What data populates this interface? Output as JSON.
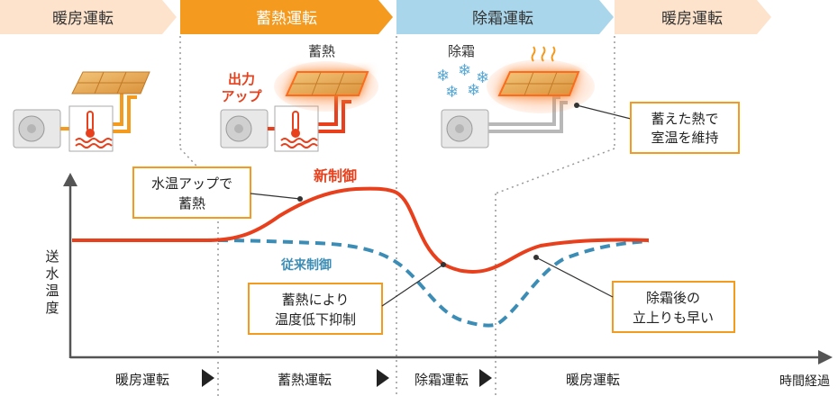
{
  "phases": [
    {
      "label": "暖房運転",
      "fill": "#fde3cc",
      "text": "#333333"
    },
    {
      "label": "蓄熱運転",
      "fill": "#f39a1f",
      "text": "#ffffff"
    },
    {
      "label": "除霜運転",
      "fill": "#a9d6ea",
      "text": "#333333"
    },
    {
      "label": "暖房運転",
      "fill": "#fde3cc",
      "text": "#333333"
    }
  ],
  "illustration": {
    "storage_label": "蓄熱",
    "output_label_line1": "出力",
    "output_label_line2": "アップ",
    "defrost_label": "除霜"
  },
  "callouts": {
    "water_temp_up": [
      "水温アップで",
      "蓄熱"
    ],
    "storage_suppress": [
      "蓄熱により",
      "温度低下抑制"
    ],
    "fast_rise": [
      "除霜後の",
      "立上りも早い"
    ],
    "stored_heat": [
      "蓄えた熱で",
      "室温を維持"
    ]
  },
  "series_labels": {
    "new_control": "新制御",
    "old_control": "従来制御"
  },
  "axis": {
    "y_label": [
      "送",
      "水",
      "温",
      "度"
    ],
    "x_label": "時間経過"
  },
  "bottom_phases": [
    "暖房運転",
    "蓄熱運転",
    "除霜運転",
    "暖房運転"
  ],
  "colors": {
    "new_control": "#e8401c",
    "old_control": "#3c8db5",
    "accent_orange": "#f39a1f",
    "axis": "#555555",
    "panel": "#e6a645"
  }
}
